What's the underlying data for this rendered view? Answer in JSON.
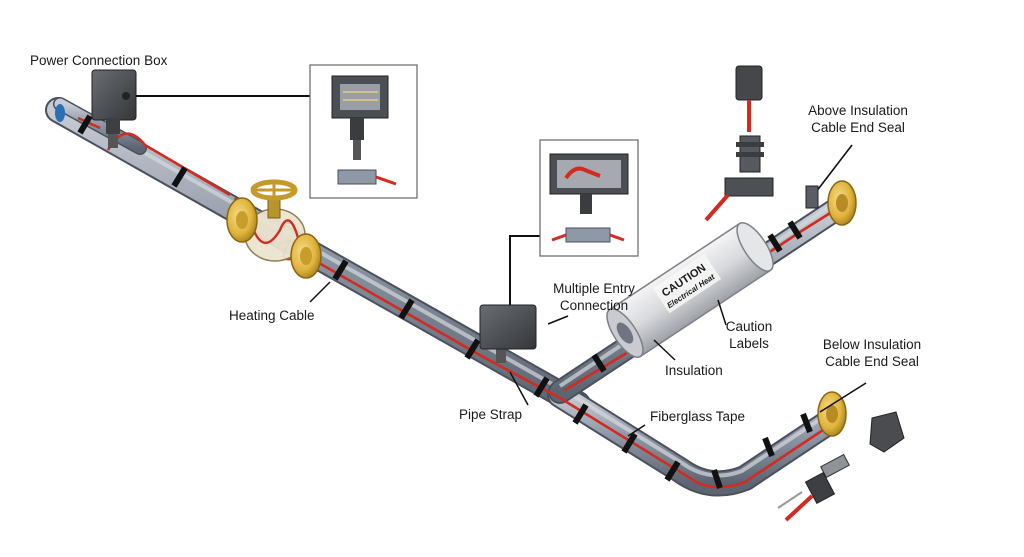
{
  "labels": {
    "power_connection_box": "Power Connection Box",
    "heating_cable": "Heating Cable",
    "multiple_entry_line1": "Multiple Entry",
    "multiple_entry_line2": "Connection",
    "pipe_strap": "Pipe Strap",
    "fiberglass_tape": "Fiberglass Tape",
    "insulation": "Insulation",
    "caution_labels_line1": "Caution",
    "caution_labels_line2": "Labels",
    "above_seal_line1": "Above Insulation",
    "above_seal_line2": "Cable End Seal",
    "below_seal_line1": "Below Insulation",
    "below_seal_line2": "Cable End Seal"
  },
  "caution_label": {
    "title": "CAUTION",
    "subtitle": "Electrical Heat"
  },
  "colors": {
    "pipe": "#8f98a6",
    "heating_cable": "#d42a20",
    "brass_flange": "#e0b33c",
    "box": "#4a4d52",
    "insulation": "#d8d9dc"
  }
}
